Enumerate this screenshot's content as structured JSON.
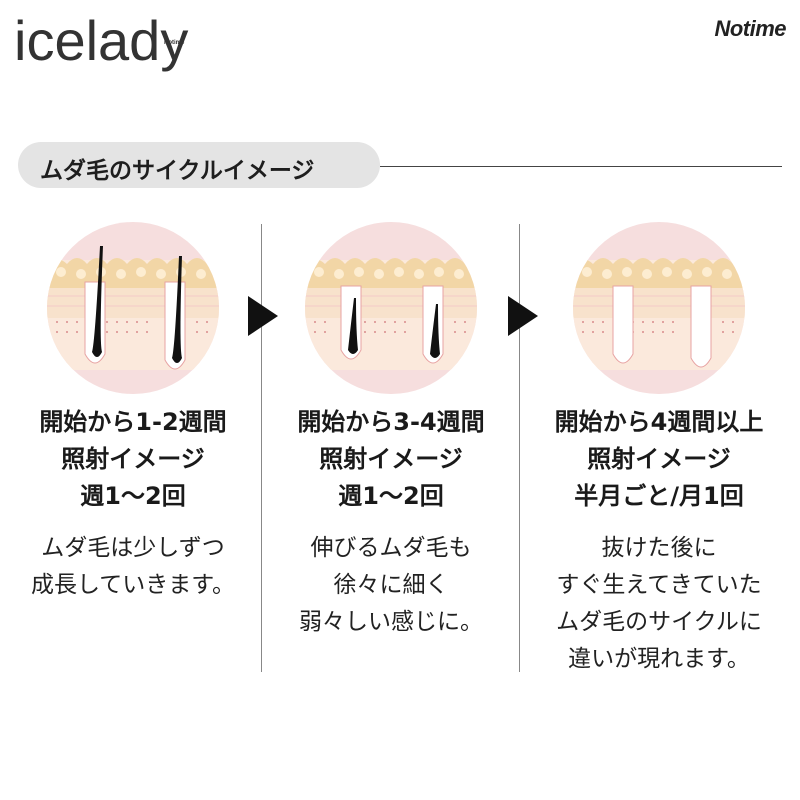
{
  "brand": {
    "name": "icelady",
    "sub": "Notime"
  },
  "logo": "Notime",
  "section": {
    "title": "ムダ毛のサイクルイメージ"
  },
  "columns": [
    {
      "heading": [
        "開始から1-2週間",
        "照射イメージ",
        "週1〜2回"
      ],
      "desc": [
        "ムダ毛は少しずつ",
        "成長していきます。"
      ]
    },
    {
      "heading": [
        "開始から3-4週間",
        "照射イメージ",
        "週1〜2回"
      ],
      "desc": [
        "伸びるムダ毛も",
        "徐々に細く",
        "弱々しい感じに。"
      ]
    },
    {
      "heading": [
        "開始から4週間以上",
        "照射イメージ",
        "半月ごと/月1回"
      ],
      "desc": [
        "抜けた後に",
        "すぐ生えてきていた",
        "ムダ毛のサイクルに",
        "違いが現れます。"
      ]
    }
  ],
  "colors": {
    "circle_bg": "#f6dede",
    "skin_top": "#f2d6a6",
    "skin_mid": "#f8e2cc",
    "skin_low": "#fbe9dc",
    "hair": "#111111",
    "pill": "#e4e4e4"
  }
}
